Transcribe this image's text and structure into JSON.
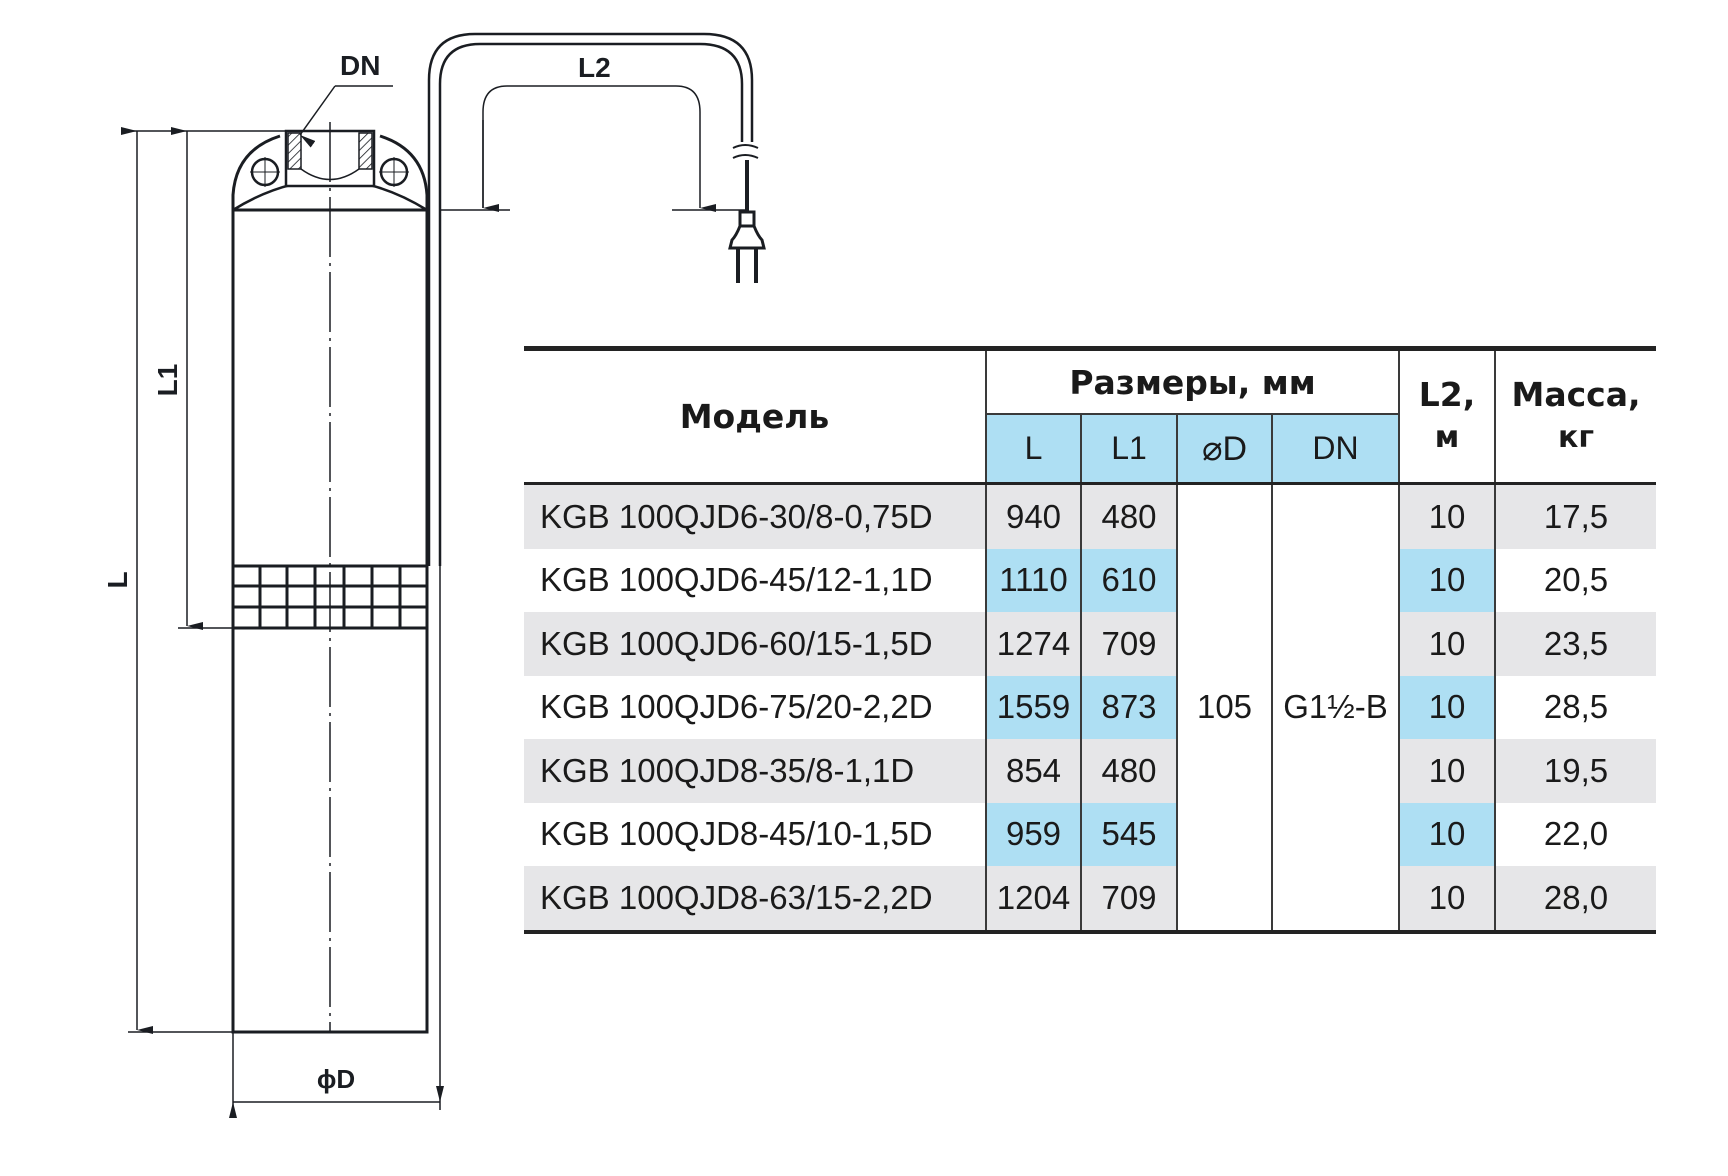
{
  "drawing": {
    "labels": {
      "dn": "DN",
      "l2": "L2",
      "l1": "L1",
      "l": "L",
      "diameter": "ϕD"
    },
    "icons": [
      "pump-body",
      "cable-loop",
      "plug-icon",
      "dimension-arrows"
    ]
  },
  "table": {
    "header": {
      "model": "Модель",
      "dimensions": "Размеры, мм",
      "l2_line1": "L2,",
      "l2_line2": "м",
      "mass_line1": "Масса,",
      "mass_line2": "кг",
      "sub": {
        "l": "L",
        "l1": "L1",
        "diameter": "⌀D",
        "dn": "DN"
      }
    },
    "shared": {
      "diameter": "105",
      "dn": "G1½-B"
    },
    "rows": [
      {
        "model": "KGB 100QJD6-30/8-0,75D",
        "l": "940",
        "l1": "480",
        "l2": "10",
        "mass": "17,5"
      },
      {
        "model": "KGB 100QJD6-45/12-1,1D",
        "l": "1110",
        "l1": "610",
        "l2": "10",
        "mass": "20,5"
      },
      {
        "model": "KGB 100QJD6-60/15-1,5D",
        "l": "1274",
        "l1": "709",
        "l2": "10",
        "mass": "23,5"
      },
      {
        "model": "KGB 100QJD6-75/20-2,2D",
        "l": "1559",
        "l1": "873",
        "l2": "10",
        "mass": "28,5"
      },
      {
        "model": "KGB 100QJD8-35/8-1,1D",
        "l": "854",
        "l1": "480",
        "l2": "10",
        "mass": "19,5"
      },
      {
        "model": "KGB 100QJD8-45/10-1,5D",
        "l": "959",
        "l1": "545",
        "l2": "10",
        "mass": "22,0"
      },
      {
        "model": "KGB 100QJD8-63/15-2,2D",
        "l": "1204",
        "l1": "709",
        "l2": "10",
        "mass": "28,0"
      }
    ]
  },
  "colors": {
    "accent_blue": "#aedff3",
    "row_gray": "#e6e6e8",
    "line": "#232323"
  }
}
